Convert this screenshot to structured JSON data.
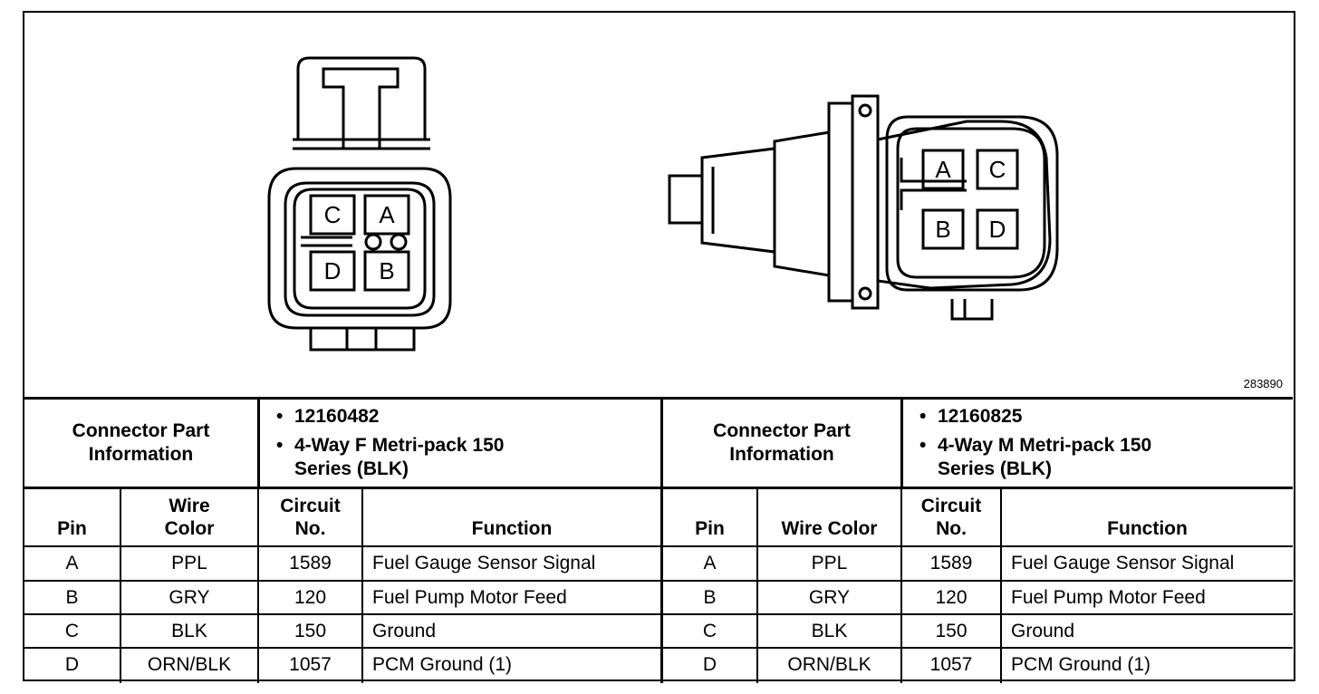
{
  "diagram": {
    "reference_number": "283890",
    "connector_female": {
      "pins": [
        {
          "letter": "C",
          "position": "top-left"
        },
        {
          "letter": "A",
          "position": "top-right"
        },
        {
          "letter": "D",
          "position": "bottom-left"
        },
        {
          "letter": "B",
          "position": "bottom-right"
        }
      ]
    },
    "connector_male": {
      "pins": [
        {
          "letter": "A",
          "position": "top-left"
        },
        {
          "letter": "C",
          "position": "top-right"
        },
        {
          "letter": "B",
          "position": "bottom-left"
        },
        {
          "letter": "D",
          "position": "bottom-right"
        }
      ]
    }
  },
  "tables": [
    {
      "info_title": "Connector Part Information",
      "info_items": [
        "12160482",
        "4-Way F Metri-pack 150 Series (BLK)"
      ],
      "headers": {
        "pin": "Pin",
        "wire_color": "Wire Color",
        "circuit": "Circuit No.",
        "function": "Function"
      },
      "rows": [
        {
          "pin": "A",
          "wire_color": "PPL",
          "circuit": "1589",
          "function": "Fuel Gauge Sensor Signal"
        },
        {
          "pin": "B",
          "wire_color": "GRY",
          "circuit": "120",
          "function": "Fuel Pump Motor Feed"
        },
        {
          "pin": "C",
          "wire_color": "BLK",
          "circuit": "150",
          "function": "Ground"
        },
        {
          "pin": "D",
          "wire_color": "ORN/BLK",
          "circuit": "1057",
          "function": "PCM Ground (1)"
        }
      ]
    },
    {
      "info_title": "Connector Part Information",
      "info_items": [
        "12160825",
        "4-Way M Metri-pack 150 Series (BLK)"
      ],
      "headers": {
        "pin": "Pin",
        "wire_color": "Wire Color",
        "circuit": "Circuit No.",
        "function": "Function"
      },
      "rows": [
        {
          "pin": "A",
          "wire_color": "PPL",
          "circuit": "1589",
          "function": "Fuel Gauge Sensor Signal"
        },
        {
          "pin": "B",
          "wire_color": "GRY",
          "circuit": "120",
          "function": "Fuel Pump Motor Feed"
        },
        {
          "pin": "C",
          "wire_color": "BLK",
          "circuit": "150",
          "function": "Ground"
        },
        {
          "pin": "D",
          "wire_color": "ORN/BLK",
          "circuit": "1057",
          "function": "PCM Ground (1)"
        }
      ]
    }
  ]
}
